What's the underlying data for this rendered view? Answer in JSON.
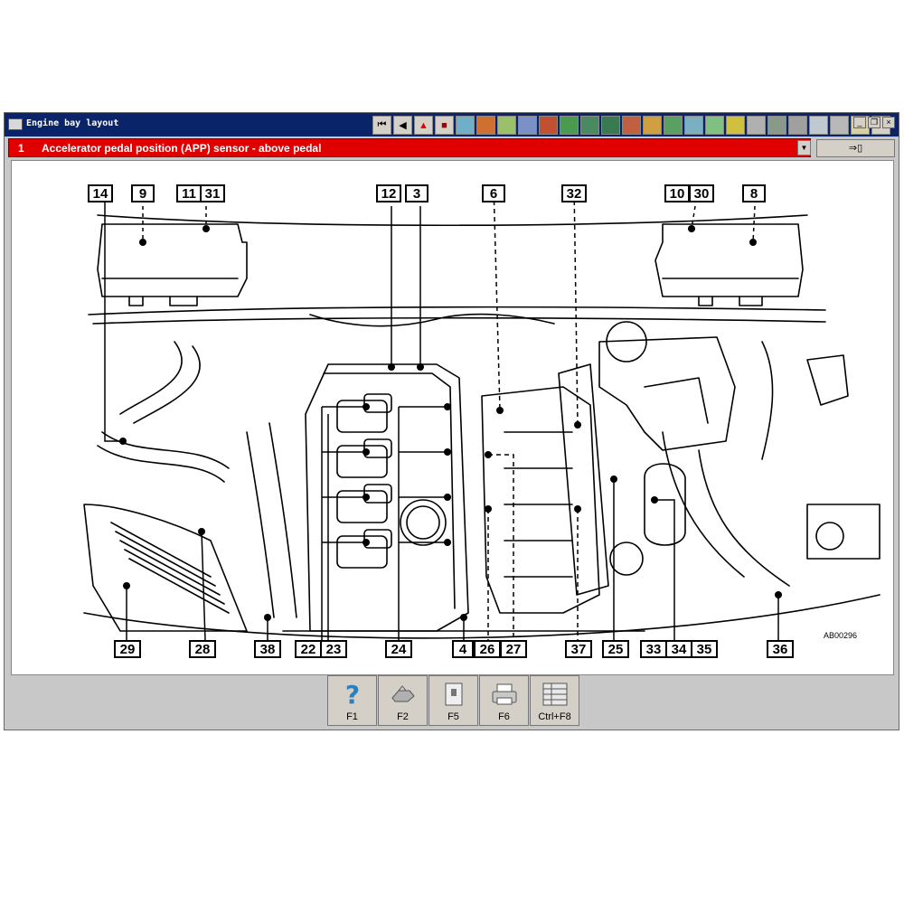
{
  "window": {
    "title": "Engine bay layout"
  },
  "toolbar": {
    "icons": [
      "first-page-icon",
      "prev-icon",
      "warning-icon",
      "flag-icon",
      "tool-1-icon",
      "tool-2-icon",
      "tool-3-icon",
      "tool-4-icon",
      "tool-5-icon",
      "tool-6-icon",
      "tool-7-icon",
      "tool-8-icon",
      "tool-9-icon",
      "tool-10-icon",
      "tool-11-icon",
      "tool-12-icon",
      "tool-13-icon",
      "tool-14-icon",
      "tool-15-icon",
      "tool-16-icon",
      "tool-17-icon",
      "tool-18-icon",
      "tool-19-icon",
      "tool-20-icon",
      "tool-21-icon"
    ]
  },
  "component": {
    "number": "1",
    "name": "Accelerator pedal position (APP) sensor - above pedal"
  },
  "colors": {
    "title_bar": "#0a246a",
    "red_bar": "#e00000",
    "window_bg": "#c8c8c8"
  },
  "diagram": {
    "code": "AB00296",
    "top_labels": [
      "14",
      "9",
      "11",
      "31",
      "12",
      "3",
      "6",
      "32",
      "10",
      "30",
      "8"
    ],
    "bottom_labels": [
      "29",
      "28",
      "38",
      "22",
      "23",
      "24",
      "4",
      "26",
      "27",
      "37",
      "25",
      "33",
      "34",
      "35",
      "36"
    ]
  },
  "fkeys": [
    {
      "label": "F1",
      "icon": "help-icon"
    },
    {
      "label": "F2",
      "icon": "hand-icon"
    },
    {
      "label": "F5",
      "icon": "document-icon"
    },
    {
      "label": "F6",
      "icon": "print-icon"
    },
    {
      "label": "Ctrl+F8",
      "icon": "table-icon"
    }
  ]
}
